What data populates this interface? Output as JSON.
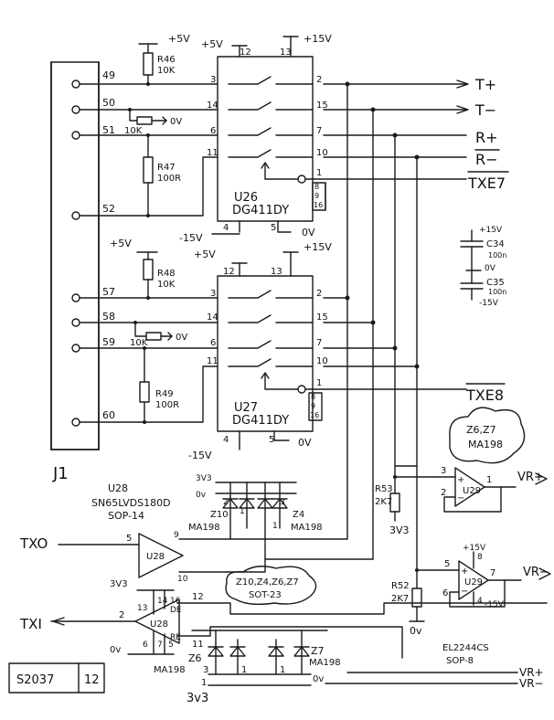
{
  "connector": {
    "name": "J1",
    "pins": [
      "49",
      "50",
      "51",
      "52",
      "57",
      "58",
      "59",
      "60"
    ]
  },
  "mux_top": {
    "name": "U26",
    "part": "DG411DY",
    "pins": {
      "p3": "3",
      "p14": "14",
      "p6": "6",
      "p11": "11",
      "p2": "2",
      "p15": "15",
      "p7": "7",
      "p10": "10",
      "p1": "1",
      "p8": "8",
      "p9": "9",
      "p16": "16",
      "p4": "4",
      "p5": "5",
      "p12": "12",
      "p13": "13"
    }
  },
  "mux_bot": {
    "name": "U27",
    "part": "DG411DY",
    "pins": {
      "p3": "3",
      "p14": "14",
      "p6": "6",
      "p11": "11",
      "p2": "2",
      "p15": "15",
      "p7": "7",
      "p10": "10",
      "p1": "1",
      "p8": "8",
      "p9": "9",
      "p16": "16",
      "p4": "4",
      "p5": "5",
      "p12": "12",
      "p13": "13"
    }
  },
  "resistors": {
    "r46": {
      "name": "R46",
      "value": "10K"
    },
    "r47": {
      "name": "R47",
      "value": "100R"
    },
    "r48": {
      "name": "R48",
      "value": "10K"
    },
    "r49": {
      "name": "R49",
      "value": "100R"
    },
    "r53": {
      "name": "R53",
      "value": "2K7"
    },
    "r52": {
      "name": "R52",
      "value": "2K7"
    },
    "r10k_a": "10K",
    "r10k_b": "10K"
  },
  "rails": {
    "p5": "+5V",
    "p15": "+15V",
    "m15": "-15V",
    "zero": "0V",
    "v3": "3V3",
    "zero_l": "0v",
    "v3b": "3v3"
  },
  "signals": {
    "tp": "T+",
    "tm": "T−",
    "rp": "R+",
    "rm": "R−",
    "txe7": "TXE7",
    "txe8": "TXE8",
    "txo": "TXO",
    "txi": "TXI",
    "vrp": "VR+",
    "vrm": "VR−",
    "vrp2": "VR+",
    "vrm2": "VR−"
  },
  "caps": {
    "c34": "C34",
    "c34v": "100n",
    "c35": "C35",
    "c35v": "100n"
  },
  "driver": {
    "name": "U28",
    "part": "SN65LVDS180D",
    "pkg": "SOP-14"
  },
  "diodes": {
    "z10": "Z10",
    "z4": "Z4",
    "z6": "Z6",
    "z7": "Z7",
    "ma198": "MA198"
  },
  "cloud1": {
    "l1": "Z6,Z7",
    "l2": "MA198"
  },
  "cloud2": {
    "l1": "Z10,Z4,Z6,Z7",
    "l2": "SOT-23"
  },
  "amp": {
    "name": "U29",
    "part": "EL2244CS",
    "pkg": "SOP-8"
  },
  "titlebox": {
    "doc": "S2037",
    "page": "12"
  }
}
